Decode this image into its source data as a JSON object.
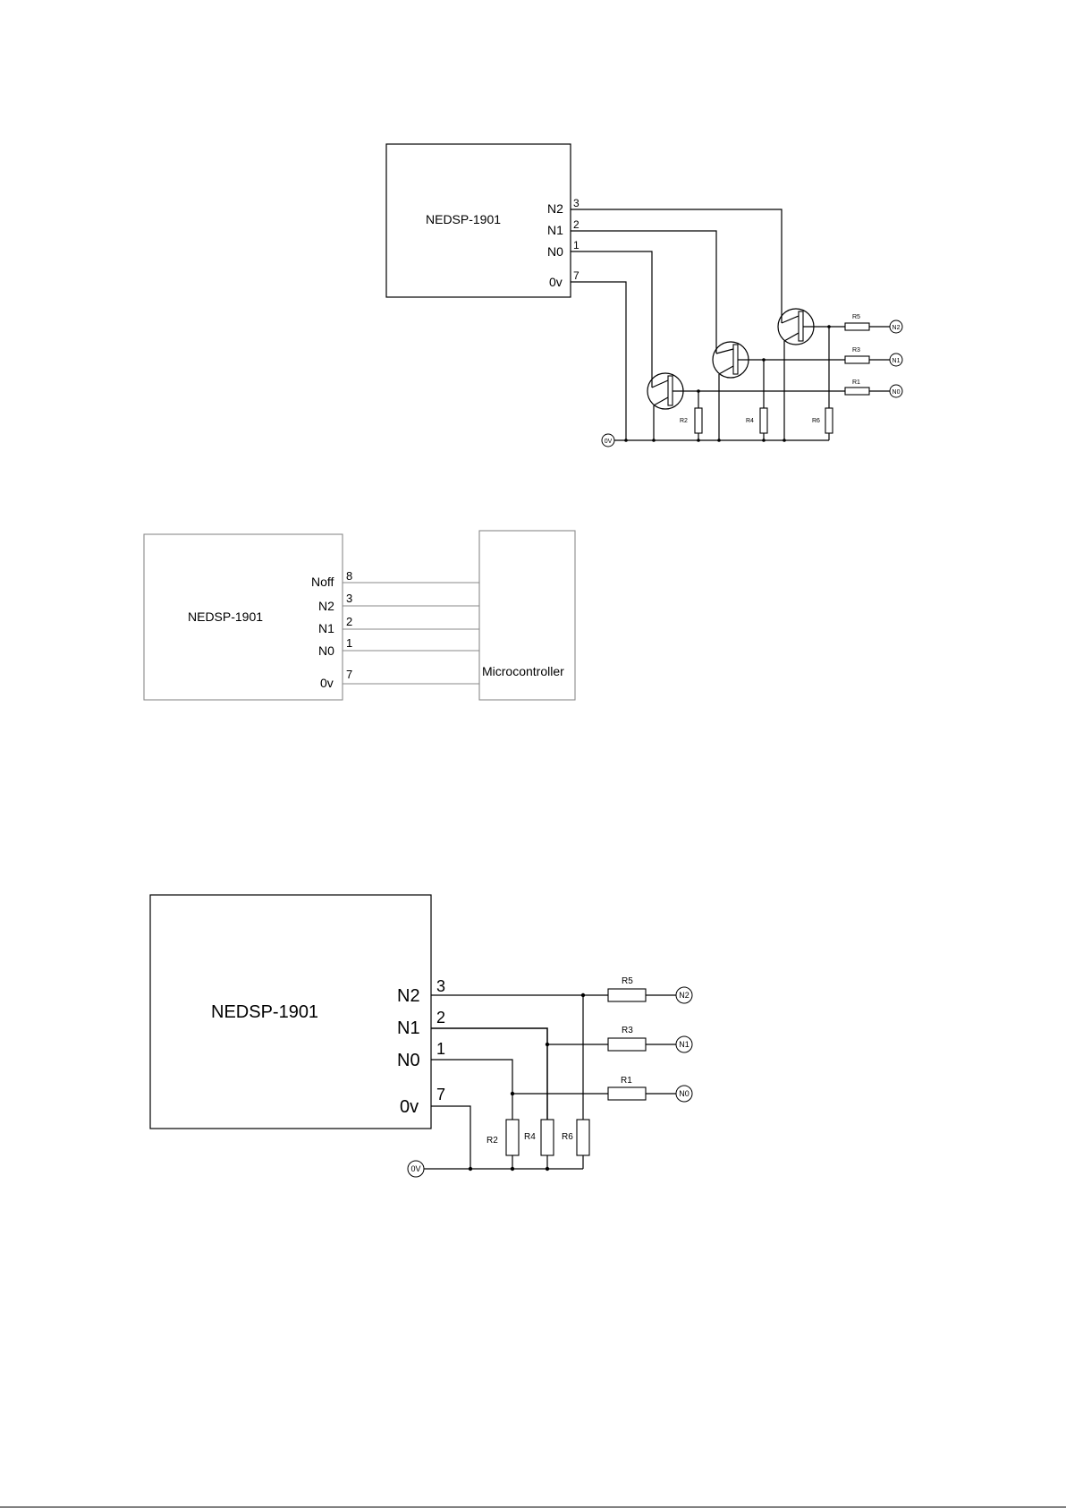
{
  "diagram1": {
    "module_name": "NEDSP-1901",
    "pins": [
      {
        "label": "N2",
        "number": "3"
      },
      {
        "label": "N1",
        "number": "2"
      },
      {
        "label": "N0",
        "number": "1"
      },
      {
        "label": "0v",
        "number": "7"
      }
    ],
    "resistors": [
      "R5",
      "R3",
      "R1",
      "R2",
      "R4",
      "R6"
    ],
    "outputs": [
      "N2",
      "N1",
      "N0"
    ],
    "ground_terminal": "0V"
  },
  "diagram2": {
    "module_name": "NEDSP-1901",
    "controller_name": "Microcontroller",
    "pins": [
      {
        "label": "Noff",
        "number": "8"
      },
      {
        "label": "N2",
        "number": "3"
      },
      {
        "label": "N1",
        "number": "2"
      },
      {
        "label": "N0",
        "number": "1"
      },
      {
        "label": "0v",
        "number": "7"
      }
    ]
  },
  "diagram3": {
    "module_name": "NEDSP-1901",
    "pins": [
      {
        "label": "N2",
        "number": "3"
      },
      {
        "label": "N1",
        "number": "2"
      },
      {
        "label": "N0",
        "number": "1"
      },
      {
        "label": "0v",
        "number": "7"
      }
    ],
    "resistors": [
      "R5",
      "R3",
      "R1",
      "R2",
      "R4",
      "R6"
    ],
    "outputs": [
      "N2",
      "N1",
      "N0"
    ],
    "ground_terminal": "0V"
  }
}
